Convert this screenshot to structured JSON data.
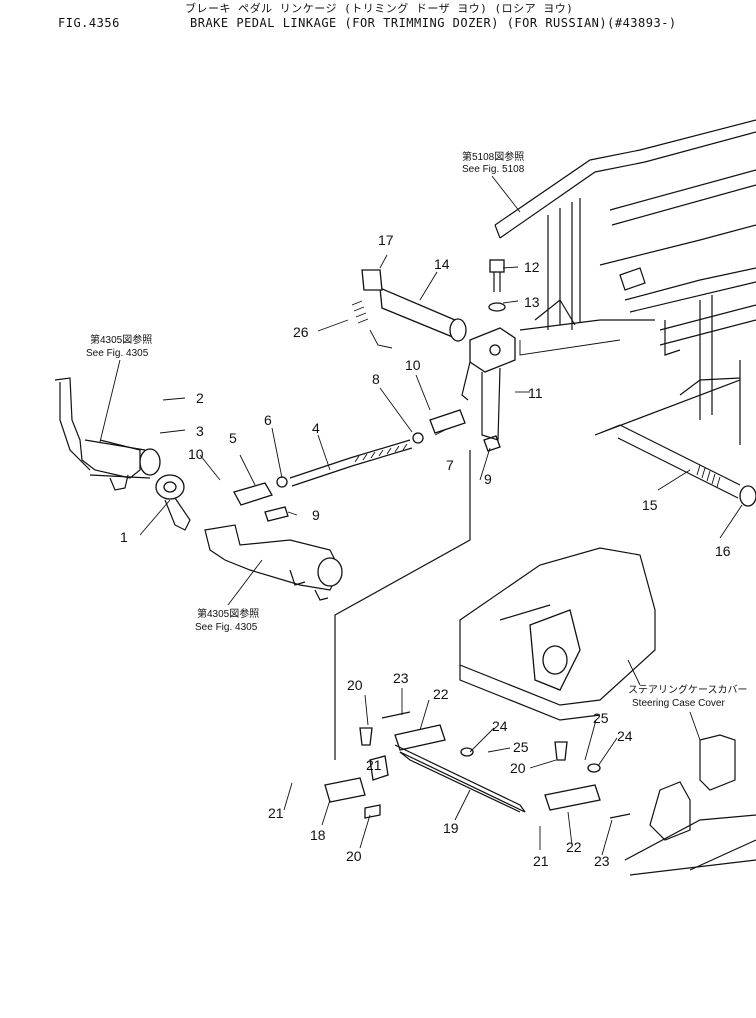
{
  "header": {
    "fig_no": "FIG.4356",
    "title_jp": "ブレーキ ペダル リンケージ (トリミング ドーザ ヨウ) (ロシア ヨウ)",
    "title_en": "BRAKE PEDAL LINKAGE (FOR TRIMMING DOZER) (FOR RUSSIAN)(#43893-)"
  },
  "refs": {
    "fig5108_jp": "第5108図参照",
    "fig5108_en": "See Fig. 5108",
    "fig4305a_jp": "第4305図参照",
    "fig4305a_en": "See Fig. 4305",
    "fig4305b_jp": "第4305図参照",
    "fig4305b_en": "See Fig. 4305",
    "steering_jp": "ステアリングケースカバー",
    "steering_en": "Steering Case Cover"
  },
  "parts": [
    "1",
    "2",
    "3",
    "4",
    "5",
    "6",
    "7",
    "8",
    "9",
    "9",
    "10",
    "10",
    "11",
    "12",
    "13",
    "14",
    "15",
    "16",
    "17",
    "18",
    "19",
    "20",
    "20",
    "20",
    "21",
    "21",
    "22",
    "22",
    "23",
    "23",
    "24",
    "24",
    "25",
    "25",
    "26"
  ]
}
